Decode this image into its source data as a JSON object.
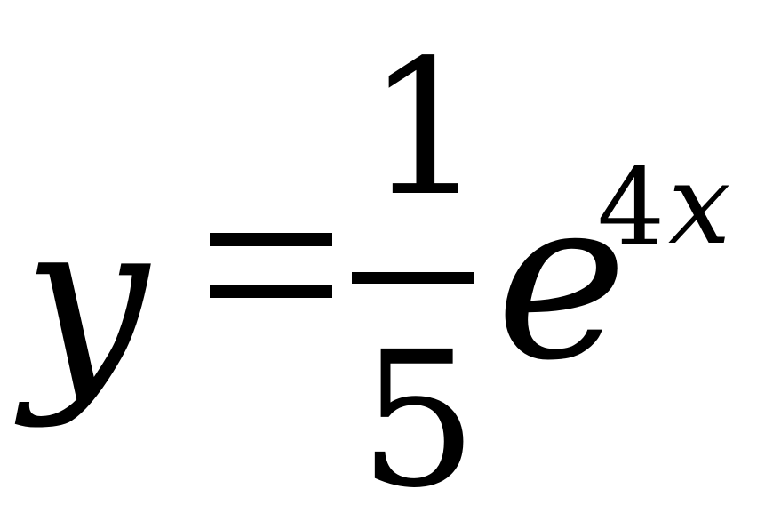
{
  "equation": {
    "lhs": "y",
    "numerator": "1",
    "denominator": "5",
    "base": "e",
    "exponent_coefficient": "4",
    "exponent_variable": "x"
  }
}
